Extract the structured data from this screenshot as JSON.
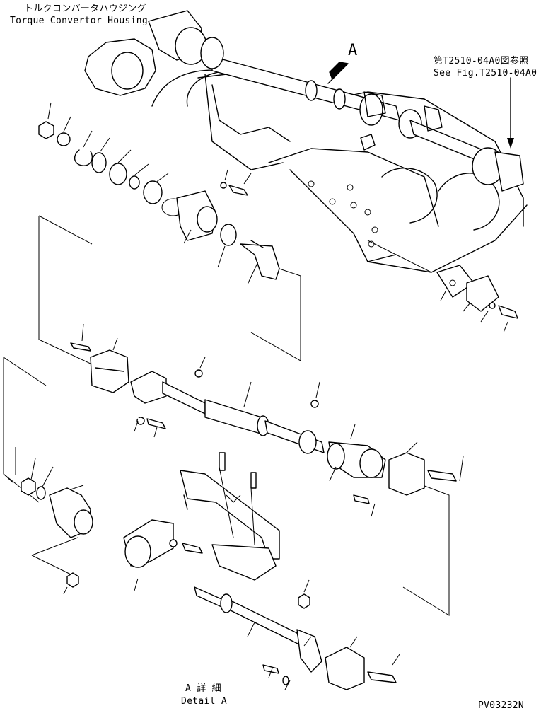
{
  "labels": {
    "housing_jp": "トルクコンバータハウジング",
    "housing_en": "Torque Convertor Housing",
    "see_fig_jp": "第T2510-04A0図参照",
    "see_fig_en": "See Fig.T2510-04A0",
    "arrow_letter": "A",
    "detail_jp": "A 詳 細",
    "detail_en": "Detail A",
    "figure_code": "PV03232N"
  }
}
